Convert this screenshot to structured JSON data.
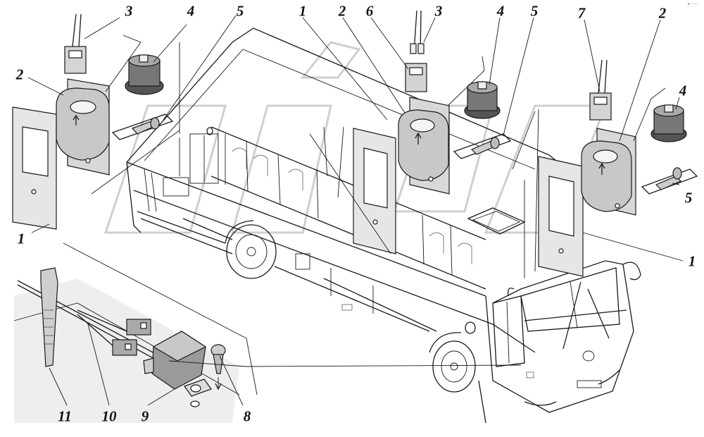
{
  "diagram": {
    "corner_mark": "•· ···",
    "callouts": [
      {
        "id": "c1-left",
        "text": "1"
      },
      {
        "id": "c2-left",
        "text": "2"
      },
      {
        "id": "c3-left",
        "text": "3"
      },
      {
        "id": "c4-left",
        "text": "4"
      },
      {
        "id": "c5-left",
        "text": "5"
      },
      {
        "id": "c1-mid",
        "text": "1"
      },
      {
        "id": "c2-mid",
        "text": "2"
      },
      {
        "id": "c6-mid",
        "text": "6"
      },
      {
        "id": "c3-mid",
        "text": "3"
      },
      {
        "id": "c4-mid",
        "text": "4"
      },
      {
        "id": "c5-mid",
        "text": "5"
      },
      {
        "id": "c7-right",
        "text": "7"
      },
      {
        "id": "c2-right",
        "text": "2"
      },
      {
        "id": "c4-right",
        "text": "4"
      },
      {
        "id": "c5-right",
        "text": "5"
      },
      {
        "id": "c1-right",
        "text": "1"
      },
      {
        "id": "c11",
        "text": "11"
      },
      {
        "id": "c10",
        "text": "10"
      },
      {
        "id": "c9",
        "text": "9"
      },
      {
        "id": "c8",
        "text": "8"
      }
    ]
  }
}
